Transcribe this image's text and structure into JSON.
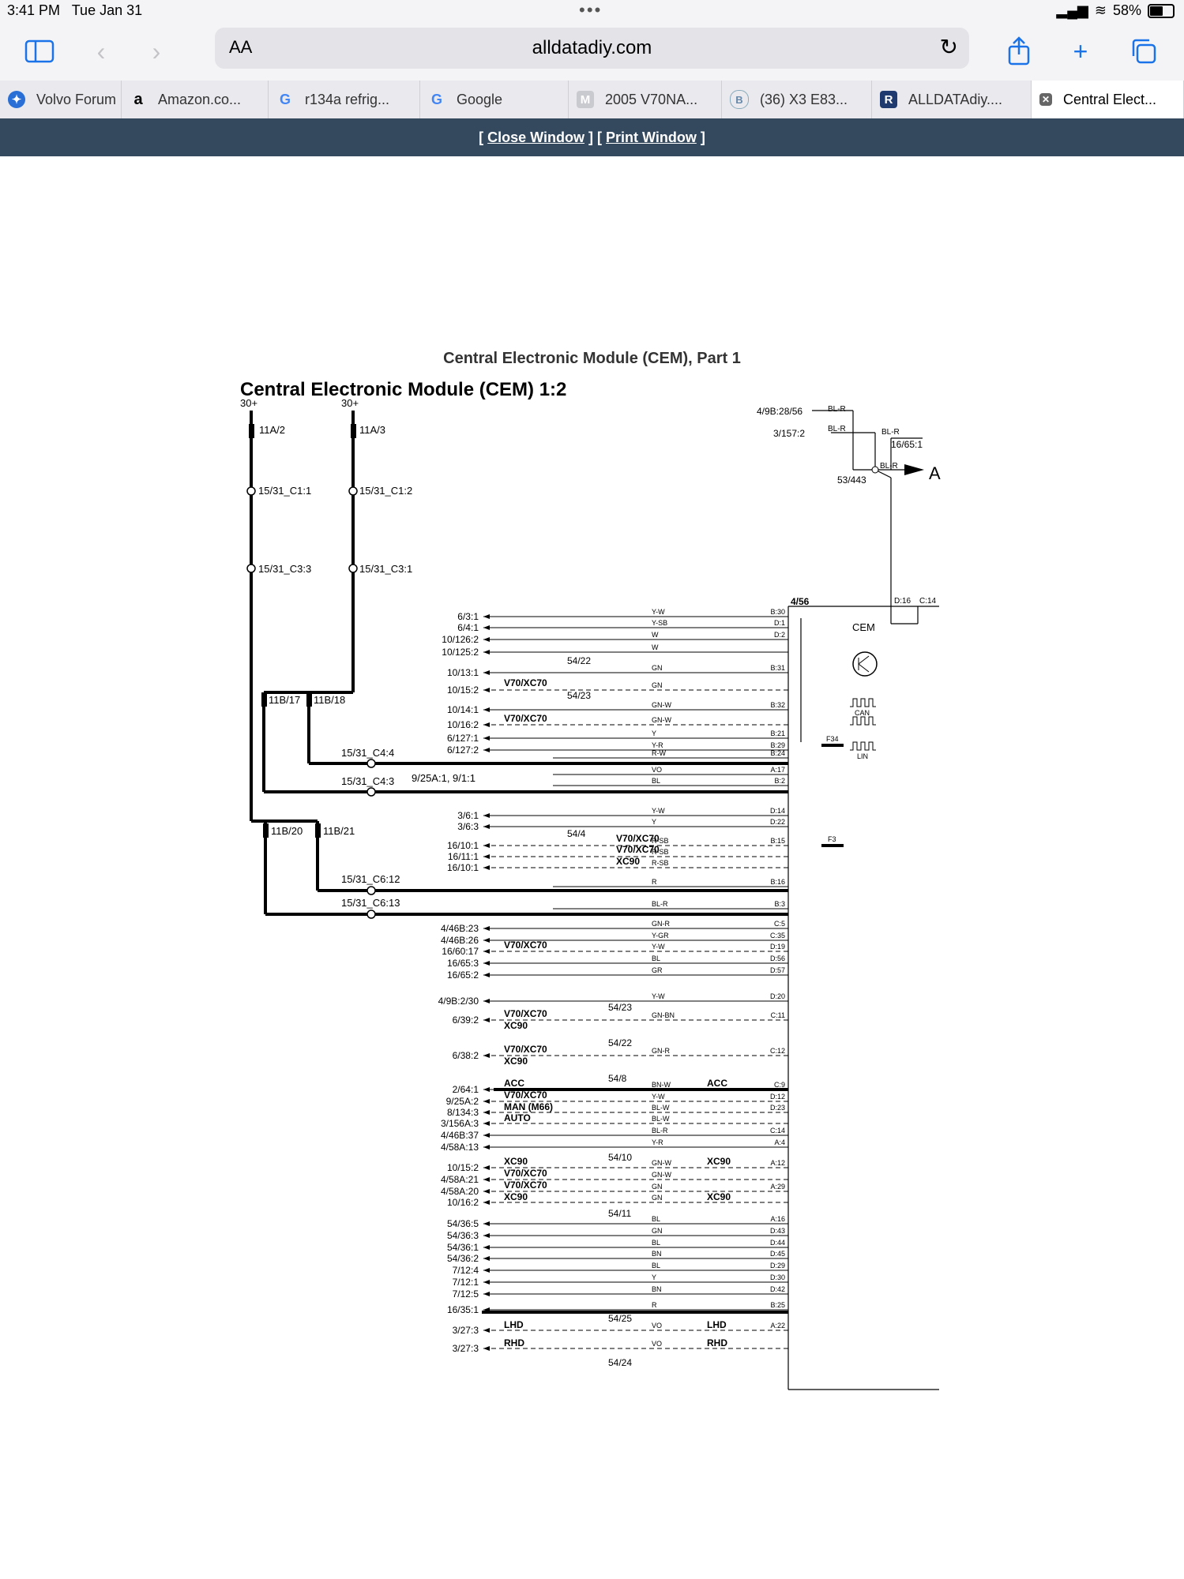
{
  "status": {
    "time": "3:41 PM",
    "date": "Tue Jan 31",
    "battery": "58%"
  },
  "toolbar": {
    "text_size": "AA",
    "url": "alldatadiy.com"
  },
  "tabs": [
    {
      "label": "Volvo Forum",
      "icon": "volvo-forum-icon"
    },
    {
      "label": "Amazon.co...",
      "icon": "amazon-icon"
    },
    {
      "label": "r134a refrig...",
      "icon": "google-icon"
    },
    {
      "label": "Google",
      "icon": "google-icon"
    },
    {
      "label": "2005 V70NA...",
      "icon": "m-icon"
    },
    {
      "label": "(36) X3 E83...",
      "icon": "bimmer-icon"
    },
    {
      "label": "ALLDATAdiy....",
      "icon": "alldata-icon"
    },
    {
      "label": "Central Elect...",
      "icon": "close-icon"
    }
  ],
  "page": {
    "close_window": "Close Window",
    "print_window": "Print Window"
  },
  "diagram": {
    "page_title": "Central Electronic Module (CEM), Part 1",
    "title": "Central Electronic Module (CEM) 1:2"
  }
}
